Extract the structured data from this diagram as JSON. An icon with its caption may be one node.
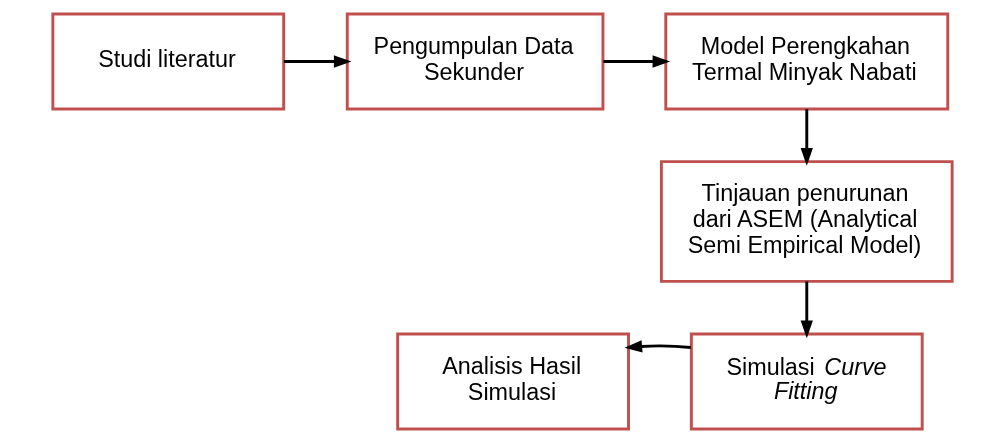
{
  "diagram": {
    "nodes": [
      {
        "text": [
          "Studi literatur"
        ]
      },
      {
        "text": [
          "Pengumpulan Data Sekunder"
        ]
      },
      {
        "text": [
          "Model Perengkahan Termal Minyak Nabati"
        ]
      },
      {
        "text": [
          "Tinjauan penurunan dari ASEM (Analytical Semi Empirical Model)"
        ]
      },
      {
        "text": [
          "Simulasi *Curve Fitting*"
        ]
      },
      {
        "text": [
          "Analisis Hasil Simulasi"
        ]
      }
    ],
    "edges": [
      {
        "from": 0,
        "to": 1,
        "arrow": "to"
      },
      {
        "from": 1,
        "to": 2,
        "arrow": "to"
      },
      {
        "from": 2,
        "to": 3,
        "arrow": "to"
      },
      {
        "from": 3,
        "to": 4,
        "arrow": "to"
      },
      {
        "from": 4,
        "to": 5,
        "arrow": "to"
      }
    ]
  }
}
